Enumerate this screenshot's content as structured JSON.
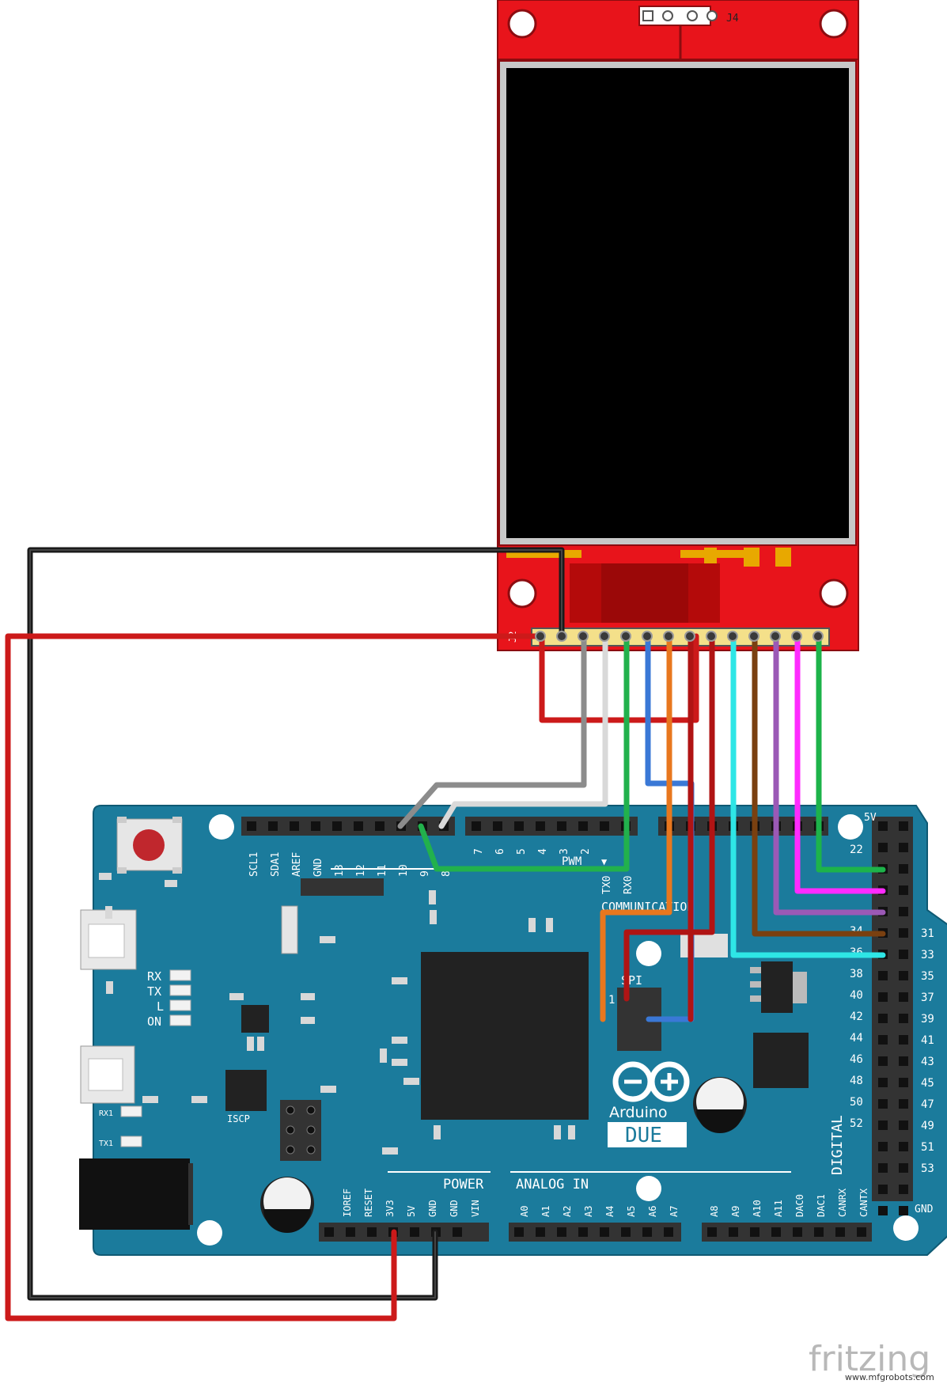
{
  "display": {
    "header_label": "J4",
    "connector_label": "J2"
  },
  "board": {
    "brand": "Arduino",
    "model": "DUE",
    "section_pwm": "PWM",
    "section_communication": "COMMUNICATION",
    "section_power": "POWER",
    "section_analog": "ANALOG IN",
    "section_digital": "DIGITAL",
    "spi_label": "SPI",
    "iscp_label": "ISCP",
    "leds": [
      "RX",
      "TX",
      "L",
      "ON"
    ],
    "rx1_label": "RX1",
    "tx1_label": "TX1",
    "top_header_left": [
      "SCL1",
      "SDA1",
      "AREF",
      "GND",
      "13",
      "12",
      "11",
      "10",
      "9",
      "8"
    ],
    "top_header_right": [
      "7",
      "6",
      "5",
      "4",
      "3",
      "2",
      "TX0",
      "RX0"
    ],
    "power_header": [
      "IOREF",
      "RESET",
      "3V3",
      "5V",
      "GND",
      "GND",
      "VIN"
    ],
    "analog_header": [
      "A0",
      "A1",
      "A2",
      "A3",
      "A4",
      "A5",
      "A6",
      "A7"
    ],
    "analog_header_2": [
      "A8",
      "A9",
      "A10",
      "A11",
      "DAC0",
      "DAC1",
      "CANRX",
      "CANTX"
    ],
    "digital_right": [
      "22",
      "31",
      "33",
      "34",
      "35",
      "36",
      "37",
      "38",
      "39",
      "40",
      "41",
      "42",
      "43",
      "44",
      "45",
      "46",
      "47",
      "48",
      "49",
      "50",
      "51",
      "52",
      "53"
    ],
    "label_5v": "5V",
    "label_gnd": "GND"
  },
  "watermark": {
    "brand": "fritzing",
    "site": "www.mfgrobots.com"
  },
  "colors": {
    "display_pcb": "#e8141b",
    "screen": "#000000",
    "board": "#1b7b9c",
    "wire_black": "#1a1a1a",
    "wire_red": "#cc1a1a",
    "wire_gray": "#8c8c8c",
    "wire_white": "#d9d9d9",
    "wire_green": "#22b14c",
    "wire_blue": "#3a78d6",
    "wire_orange": "#e8771e",
    "wire_darkred": "#b01414",
    "wire_cyan": "#2ee6e6",
    "wire_brown": "#7a4010",
    "wire_purple": "#9b59b6",
    "wire_magenta": "#ff2bff",
    "wire_green2": "#1db34a"
  }
}
